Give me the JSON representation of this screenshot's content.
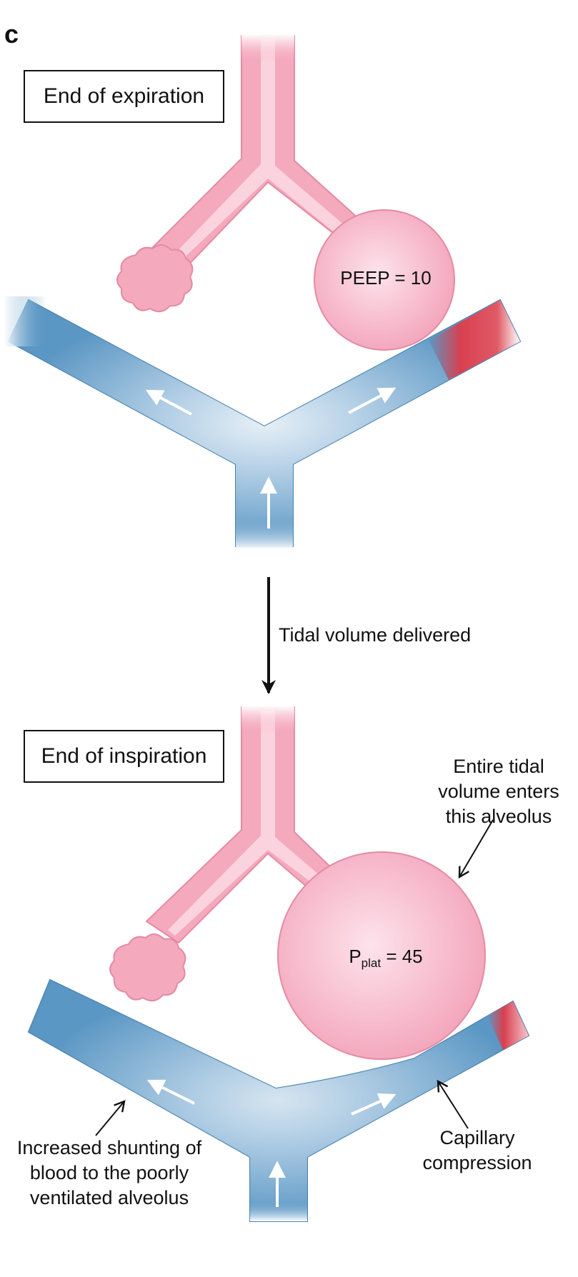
{
  "panel_letter": "c",
  "expiration": {
    "title": "End of expiration",
    "pressure_text": "PEEP = 10"
  },
  "transition": {
    "label": "Tidal volume delivered"
  },
  "inspiration": {
    "title": "End of inspiration",
    "pressure_symbol": "P",
    "pressure_subscript": "plat",
    "pressure_value": " = 45",
    "annotation_alveolus": "Entire tidal volume enters this alveolus",
    "annotation_shunting": "Increased shunting of blood to the poorly ventilated alveolus",
    "annotation_capillary": "Capillary compression"
  },
  "colors": {
    "airway_pink": "#f4a9bd",
    "airway_highlight": "#fde6ee",
    "vessel_blue": "#5b97c4",
    "vessel_highlight": "#eef5fb",
    "oxygenated_red": "#d8404f",
    "ink": "#111111"
  }
}
